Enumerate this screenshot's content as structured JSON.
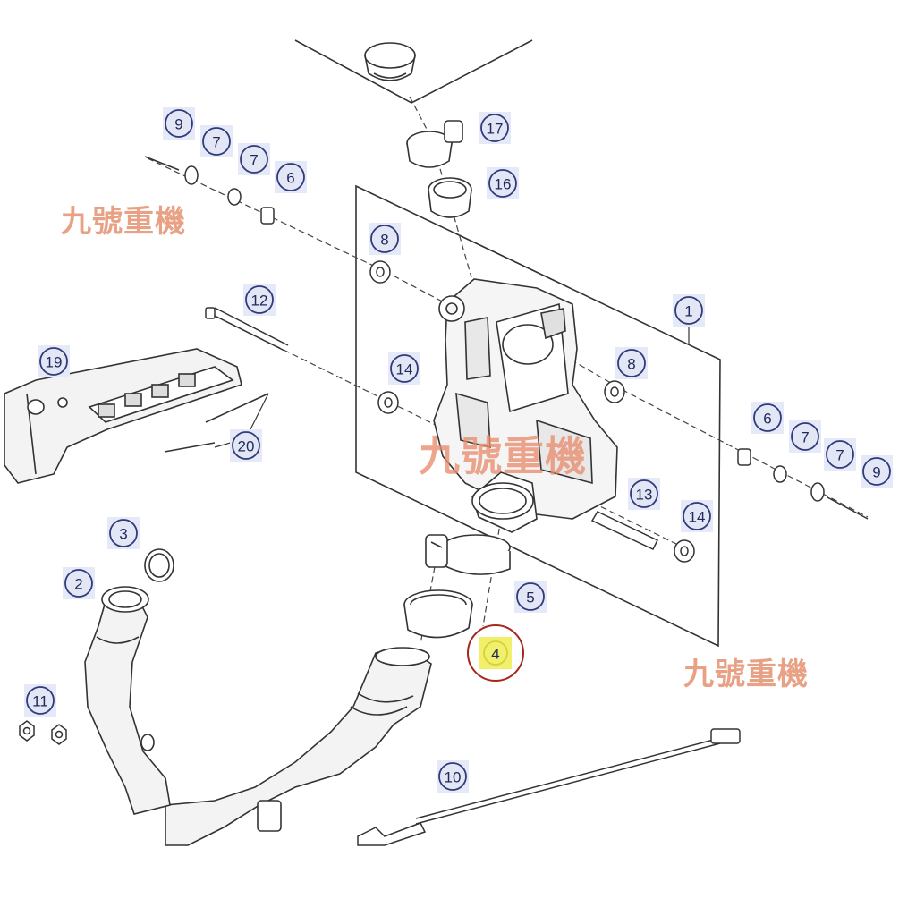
{
  "watermarks": [
    "九號重機",
    "九號重機",
    "九號重機"
  ],
  "callouts": [
    {
      "id": "c9a",
      "label": "9"
    },
    {
      "id": "c7a",
      "label": "7"
    },
    {
      "id": "c7b",
      "label": "7"
    },
    {
      "id": "c6a",
      "label": "6"
    },
    {
      "id": "c17",
      "label": "17"
    },
    {
      "id": "c16",
      "label": "16"
    },
    {
      "id": "c8a",
      "label": "8"
    },
    {
      "id": "c12",
      "label": "12"
    },
    {
      "id": "c1",
      "label": "1"
    },
    {
      "id": "c19",
      "label": "19"
    },
    {
      "id": "c14a",
      "label": "14"
    },
    {
      "id": "c8b",
      "label": "8"
    },
    {
      "id": "c6b",
      "label": "6"
    },
    {
      "id": "c7c",
      "label": "7"
    },
    {
      "id": "c7d",
      "label": "7"
    },
    {
      "id": "c9b",
      "label": "9"
    },
    {
      "id": "c20",
      "label": "20"
    },
    {
      "id": "c13",
      "label": "13"
    },
    {
      "id": "c14b",
      "label": "14"
    },
    {
      "id": "c3",
      "label": "3"
    },
    {
      "id": "c2",
      "label": "2"
    },
    {
      "id": "c5",
      "label": "5"
    },
    {
      "id": "c4",
      "label": "4",
      "highlighted": true
    },
    {
      "id": "c11",
      "label": "11"
    },
    {
      "id": "c10",
      "label": "10"
    }
  ],
  "colors": {
    "line": "#2b2b2b",
    "badge_fill": "#e3e6f5",
    "badge_stroke": "#2f3b7a",
    "highlight_fill": "#f2f06a",
    "highlight_ring": "#a5281c",
    "watermark": "#e8a184"
  }
}
